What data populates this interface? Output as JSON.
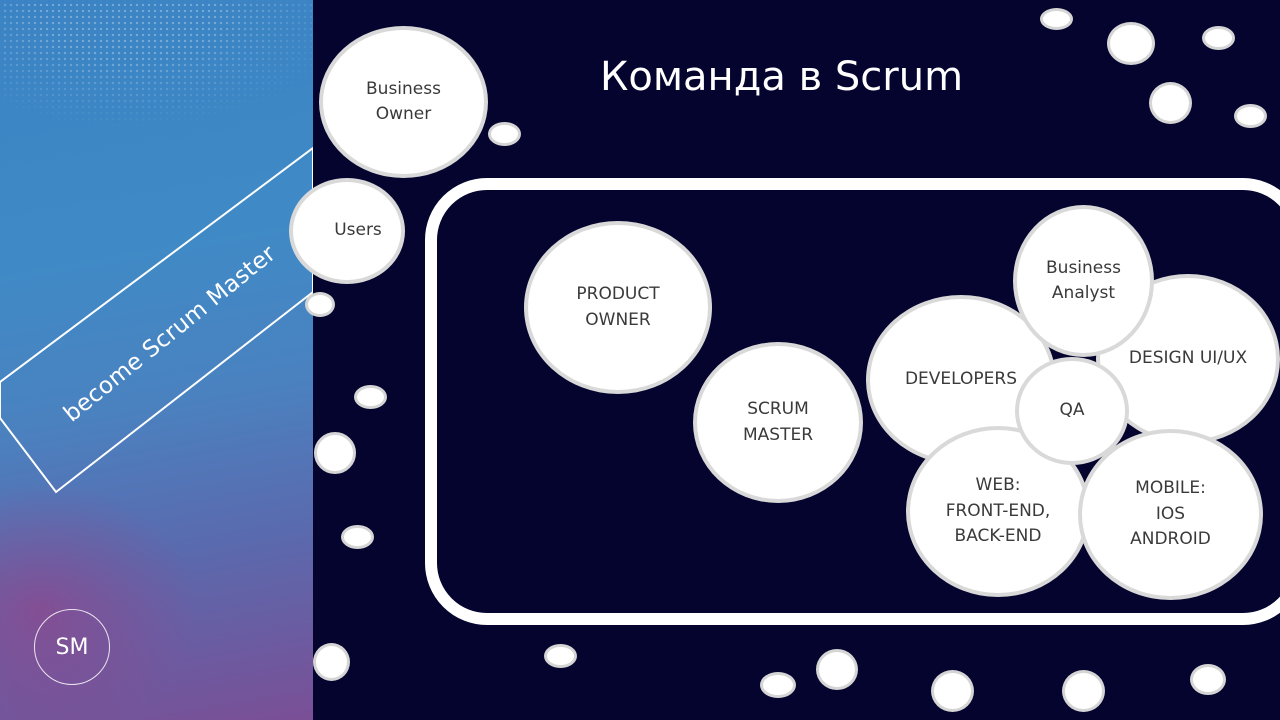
{
  "title": "Команда в Scrum",
  "sidebar": {
    "tagline": "become Scrum Master",
    "badge": "SM"
  },
  "stakeholders": {
    "business_owner": "Business\nOwner",
    "users": "Users"
  },
  "team": {
    "product_owner": "PRODUCT\nOWNER",
    "scrum_master": "SCRUM\nMASTER",
    "developers": "DEVELOPERS",
    "business_analyst": "Business\nAnalyst",
    "design": "DESIGN UI/UX",
    "qa": "QA",
    "web": "WEB:\nFRONT-END,\nBACK-END",
    "mobile": "MOBILE:\nIOS\nANDROID"
  },
  "colors": {
    "background": "#04042f",
    "sidebar_top": "#3b83c4",
    "sidebar_bottom": "#7a4f96",
    "bubble_fill": "#ffffff",
    "bubble_border": "#d9d9d9",
    "bubble_text": "#3a3a3a"
  }
}
